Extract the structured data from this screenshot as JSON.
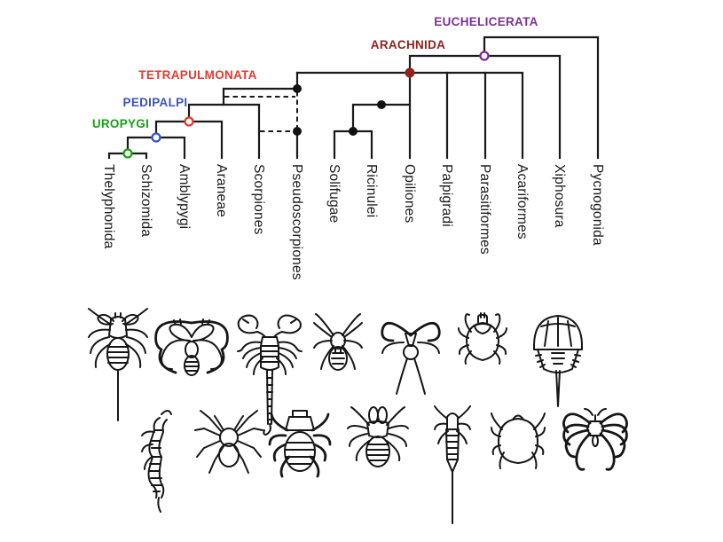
{
  "figure": {
    "background": "#ffffff",
    "line_color": "#1a1a1a",
    "tree": {
      "clades": [
        {
          "id": "euchelicerata",
          "label": "EUCHELICERATA",
          "color": "#7E2F96",
          "node": "open-circle"
        },
        {
          "id": "arachnida",
          "label": "ARACHNIDA",
          "color": "#8F231D",
          "node": "filled-circle"
        },
        {
          "id": "tetrapulmonata",
          "label": "TETRAPULMONATA",
          "color": "#E8382C",
          "node": "open-circle"
        },
        {
          "id": "pedipalpi",
          "label": "PEDIPALPI",
          "color": "#3A52C4",
          "node": "open-circle"
        },
        {
          "id": "uropygi",
          "label": "UROPYGI",
          "color": "#15A015",
          "node": "open-circle"
        }
      ],
      "taxa": [
        "Thelyphonida",
        "Schizomida",
        "Amblypygi",
        "Araneae",
        "Scorpiones",
        "Pseudoscorpiones",
        "Solifugae",
        "Ricinulei",
        "Opiliones",
        "Palpigradi",
        "Parasitiformes",
        "Acariformes",
        "Xiphosura",
        "Pycnogonida"
      ],
      "topology": "(((((((Thelyphonida,Schizomida)UROPYGI,Amblypygi)PEDIPALPI,Araneae)TETRAPULMONATA,Scorpiones),Pseudoscorpiones,(Opiliones,(Solifugae,Ricinulei)),Palpigradi,Parasitiformes,Acariformes)ARACHNIDA,Xiphosura)EUCHELICERATA,Pycnogonida)",
      "dashed_branches": "Pseudoscorpiones shown with two dashed alternative attachments: to the Tetrapulmonata+Scorpiones stem, and as sister to Scorpiones",
      "internal_node_marker_color": "#111111"
    },
    "illustrations": {
      "row1": [
        "whip-scorpion",
        "whip-spider",
        "scorpion",
        "spider",
        "orb-weaver-spider",
        "tick",
        "horseshoe-crab"
      ],
      "row2": [
        "schizomid",
        "tarantula",
        "ricinuleid",
        "camel-spider",
        "micro-whip-scorpion",
        "mite",
        "sea-spider"
      ]
    }
  }
}
